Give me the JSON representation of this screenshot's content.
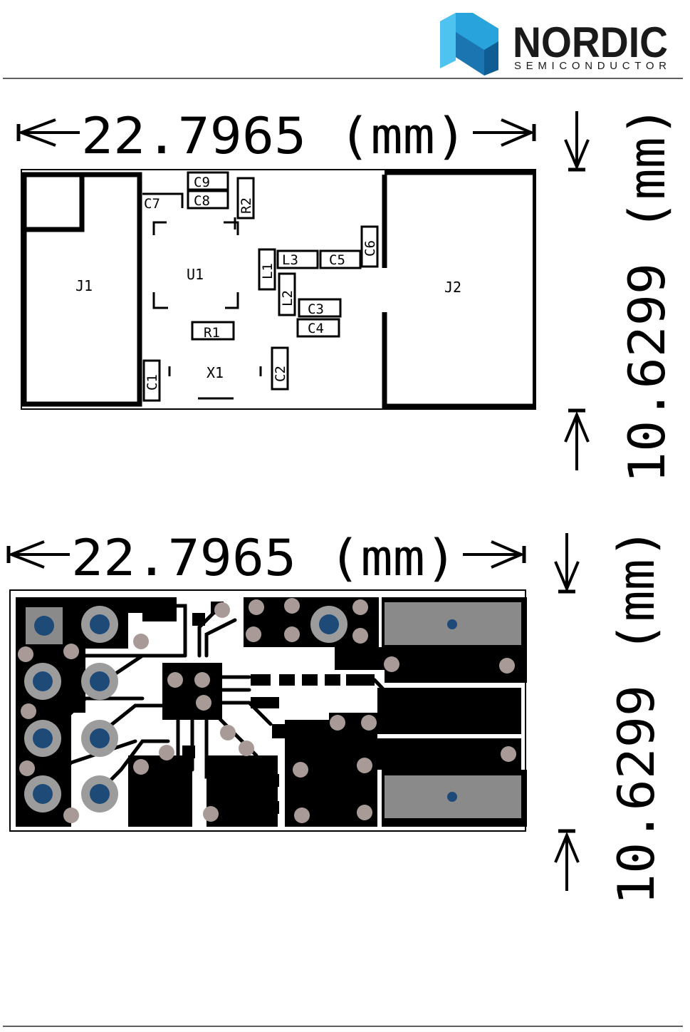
{
  "header": {
    "brand_name": "NORDIC",
    "brand_sub": "SEMICONDUCTOR",
    "logo_color": "#29a3dc",
    "logo_dark_color": "#1a75b0"
  },
  "top_view": {
    "width_text": "22.7965 (mm)",
    "height_text": "10.6299 (mm)",
    "labels": {
      "j1": "J1",
      "j2": "J2",
      "u1": "U1",
      "x1": "X1",
      "r1": "R1",
      "r2": "R2",
      "c1": "C1",
      "c2": "C2",
      "c3": "C3",
      "c4": "C4",
      "c5": "C5",
      "c6": "C6",
      "c7": "C7",
      "c8": "C8",
      "c9": "C9",
      "l1": "L1",
      "l2": "L2",
      "l3": "L3"
    }
  },
  "bottom_view": {
    "width_text": "22.7965 (mm)",
    "height_text": "10.6299 (mm)",
    "colors": {
      "copper": "#000000",
      "via": "#a89a96",
      "pad_ring": "#9c9c9c",
      "pad_hole": "#1e4a78",
      "smd_pad": "#8a8a8a"
    }
  }
}
